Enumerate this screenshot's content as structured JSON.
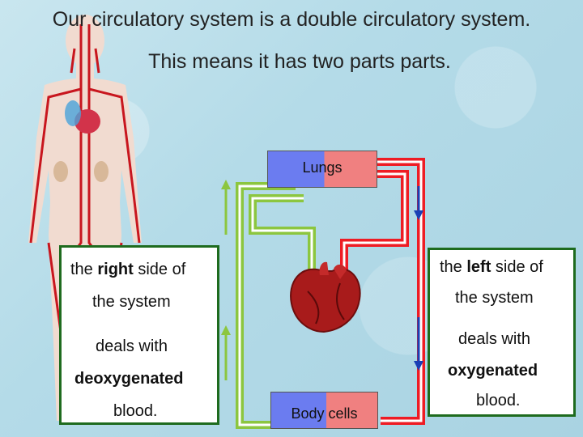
{
  "title": {
    "line1": "Our circulatory system is a double circulatory system.",
    "line2": "This means it has two parts parts."
  },
  "labels": {
    "lungs": "Lungs",
    "body_cells": "Body cells"
  },
  "left_box": {
    "l1a": "the ",
    "l1b": "right",
    "l1c": " side of",
    "l2": "the system",
    "l3": "deals with",
    "l4": "deoxygenated",
    "l5": "blood."
  },
  "right_box": {
    "l1a": "the ",
    "l1b": "left",
    "l1c": " side of",
    "l2": "the system",
    "l3": "deals with",
    "l4": "oxygenated",
    "l5": "blood."
  },
  "colors": {
    "deoxygenated": "#8cc63f",
    "oxygenated": "#ee1c24",
    "box_border": "#1e6b1e",
    "arrow_blue": "#1a3fb5"
  }
}
